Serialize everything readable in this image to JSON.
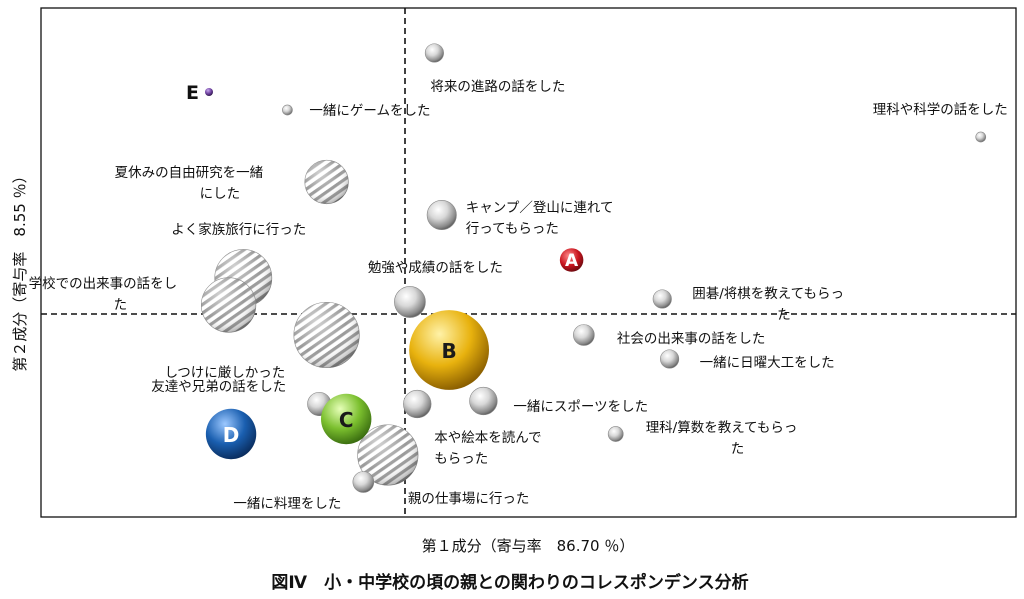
{
  "caption": "図Ⅳ　小・中学校の頃の親との関わりのコレスポンデンス分析",
  "chart_data": {
    "type": "scatter",
    "xlabel": "第１成分（寄与率　86.70 ％）",
    "ylabel": "第２成分（寄与率　8.55 ％）",
    "xlim": [
      -1,
      1
    ],
    "ylim": [
      -1,
      1
    ],
    "grid": false,
    "reference_lines": "dashed lines at x=0 and y=0",
    "points": [
      {
        "label": "将来の進路の話をした",
        "x": 0.12,
        "y": 0.87,
        "size": 0.22,
        "style": "silver"
      },
      {
        "label": "一緒にゲームをした",
        "x": -0.48,
        "y": 0.68,
        "size": 0.12,
        "style": "silver"
      },
      {
        "label": "理科や科学の話をした",
        "x": 2.35,
        "y": 0.59,
        "size": 0.12,
        "style": "silver"
      },
      {
        "label": "夏休みの自由研究を一緒にした",
        "x": -0.32,
        "y": 0.44,
        "size": 0.52,
        "style": "hatched"
      },
      {
        "label": "キャンプ／登山に連れて行ってもらった",
        "x": 0.15,
        "y": 0.33,
        "size": 0.35,
        "style": "silver"
      },
      {
        "label": "よく家族旅行に行った",
        "x": -0.66,
        "y": 0.12,
        "size": 0.68,
        "style": "hatched"
      },
      {
        "label": "勉強や成績の話をした",
        "x": 0.02,
        "y": 0.04,
        "size": 0.37,
        "style": "silver"
      },
      {
        "label": "学校での出来事の話をした",
        "x": -0.72,
        "y": 0.03,
        "size": 0.65,
        "style": "hatched"
      },
      {
        "label": "囲碁/将棋を教えてもらった",
        "x": 1.05,
        "y": 0.05,
        "size": 0.22,
        "style": "silver"
      },
      {
        "label": "しつけに厳しかった",
        "x": -0.32,
        "y": -0.07,
        "size": 0.78,
        "style": "hatched"
      },
      {
        "label": "社会の出来事の話をした",
        "x": 0.73,
        "y": -0.07,
        "size": 0.25,
        "style": "silver"
      },
      {
        "label": "一緒に日曜大工をした",
        "x": 1.08,
        "y": -0.15,
        "size": 0.22,
        "style": "silver"
      },
      {
        "label": "一緒にスポーツをした",
        "x": 0.32,
        "y": -0.29,
        "size": 0.33,
        "style": "silver"
      },
      {
        "label": "友達や兄弟の話をした",
        "x": -0.35,
        "y": -0.3,
        "size": 0.28,
        "style": "silver"
      },
      {
        "label": "本や絵本を読んでもらった",
        "x": 0.05,
        "y": -0.3,
        "size": 0.33,
        "style": "silver"
      },
      {
        "label": "理科/算数を教えてもらった",
        "x": 0.86,
        "y": -0.4,
        "size": 0.18,
        "style": "silver"
      },
      {
        "label": "親の仕事場に行った",
        "x": -0.07,
        "y": -0.47,
        "size": 0.72,
        "style": "hatched"
      },
      {
        "label": "一緒に料理をした",
        "x": -0.17,
        "y": -0.56,
        "size": 0.25,
        "style": "silver"
      }
    ],
    "groups": [
      {
        "letter": "A",
        "x": 0.68,
        "y": 0.18,
        "size": 0.28,
        "color": "#c8141e"
      },
      {
        "letter": "B",
        "x": 0.18,
        "y": -0.12,
        "size": 0.95,
        "color": "#e8b20e"
      },
      {
        "letter": "C",
        "x": -0.24,
        "y": -0.35,
        "size": 0.6,
        "color": "#7bbf2e"
      },
      {
        "letter": "D",
        "x": -0.71,
        "y": -0.4,
        "size": 0.6,
        "color": "#1a5fb0"
      },
      {
        "letter": "E",
        "x": -0.8,
        "y": 0.74,
        "size": 0.08,
        "color": "#6a3d9a"
      }
    ]
  }
}
